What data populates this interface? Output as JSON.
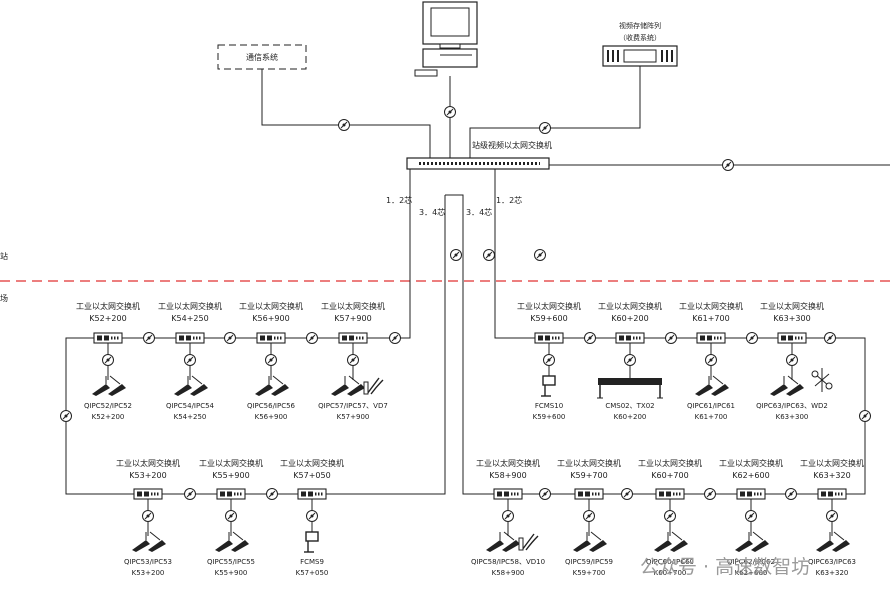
{
  "top": {
    "computer_label": "",
    "comm_system": "通信系统",
    "storage_title": "视频存储阵列",
    "storage_sub": "（收费系统）",
    "core_switch": "站级视频以太网交换机",
    "fiber_left_12": "1．2芯",
    "fiber_right_12": "1．2芯",
    "fiber_left_34": "3．4芯",
    "fiber_right_34": "3．4芯",
    "station_top": "站",
    "station_bottom": "场"
  },
  "switch_title": "工业以太网交换机",
  "switches": [
    {
      "km": "K52+200"
    },
    {
      "km": "K54+250"
    },
    {
      "km": "K56+900"
    },
    {
      "km": "K57+900"
    },
    {
      "km": "K59+600"
    },
    {
      "km": "K60+200"
    },
    {
      "km": "K61+700"
    },
    {
      "km": "K63+300"
    },
    {
      "km": "K53+200"
    },
    {
      "km": "K55+900"
    },
    {
      "km": "K57+050"
    },
    {
      "km": "K58+900"
    },
    {
      "km": "K59+700"
    },
    {
      "km": "K60+700"
    },
    {
      "km": "K62+600"
    },
    {
      "km": "K63+320"
    }
  ],
  "devices": [
    {
      "name": "QIPC52/IPC52",
      "km": "K52+200",
      "icon": "camera-pair"
    },
    {
      "name": "QIPC54/IPC54",
      "km": "K54+250",
      "icon": "camera-pair"
    },
    {
      "name": "QIPC56/IPC56",
      "km": "K56+900",
      "icon": "camera-pair"
    },
    {
      "name": "QIPC57/IPC57、VD7",
      "km": "K57+900",
      "icon": "camera-pair-detector"
    },
    {
      "name": "FCMS10",
      "km": "K59+600",
      "icon": "sign"
    },
    {
      "name": "CMS02、TX02",
      "km": "K60+200",
      "icon": "gantry"
    },
    {
      "name": "QIPC61/IPC61",
      "km": "K61+700",
      "icon": "camera-pair"
    },
    {
      "name": "QIPC63/IPC63、WD2",
      "km": "K63+300",
      "icon": "camera-pair-weather"
    },
    {
      "name": "QIPC53/IPC53",
      "km": "K53+200",
      "icon": "camera-pair"
    },
    {
      "name": "QIPC55/IPC55",
      "km": "K55+900",
      "icon": "camera-pair"
    },
    {
      "name": "FCMS9",
      "km": "K57+050",
      "icon": "sign"
    },
    {
      "name": "QIPC58/IPC58、VD10",
      "km": "K58+900",
      "icon": "camera-pair-detector"
    },
    {
      "name": "QIPC59/IPC59",
      "km": "K59+700",
      "icon": "camera-pair"
    },
    {
      "name": "QIPC60/IPC60",
      "km": "K60+700",
      "icon": "camera-pair"
    },
    {
      "name": "QIPC62/IPC62",
      "km": "K62+600",
      "icon": "camera-pair"
    },
    {
      "name": "QIPC63/IPC63",
      "km": "K63+320",
      "icon": "camera-pair"
    }
  ],
  "watermark": "公众号 · 高速数智坊",
  "icons": {
    "optical": "fiber-optic-transceiver-icon",
    "camera": "camera-icon",
    "computer": "computer-icon",
    "storage": "storage-array-icon"
  },
  "colors": {
    "line": "#222222",
    "boundary": "#e03030",
    "watermark": "#9a9a9a"
  }
}
